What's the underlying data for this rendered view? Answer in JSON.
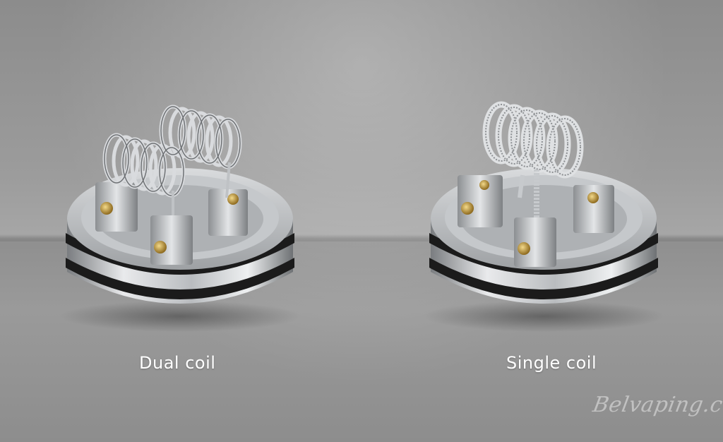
{
  "captions": {
    "left": "Dual coil",
    "right": "Single coil"
  },
  "watermark": "Belvaping.com",
  "colors": {
    "background": "#9a9a9a",
    "caption_text": "#ffffff",
    "steel": "#c8cacc",
    "oring": "#1a1a1a",
    "brass_screw": "#c9a44a"
  }
}
